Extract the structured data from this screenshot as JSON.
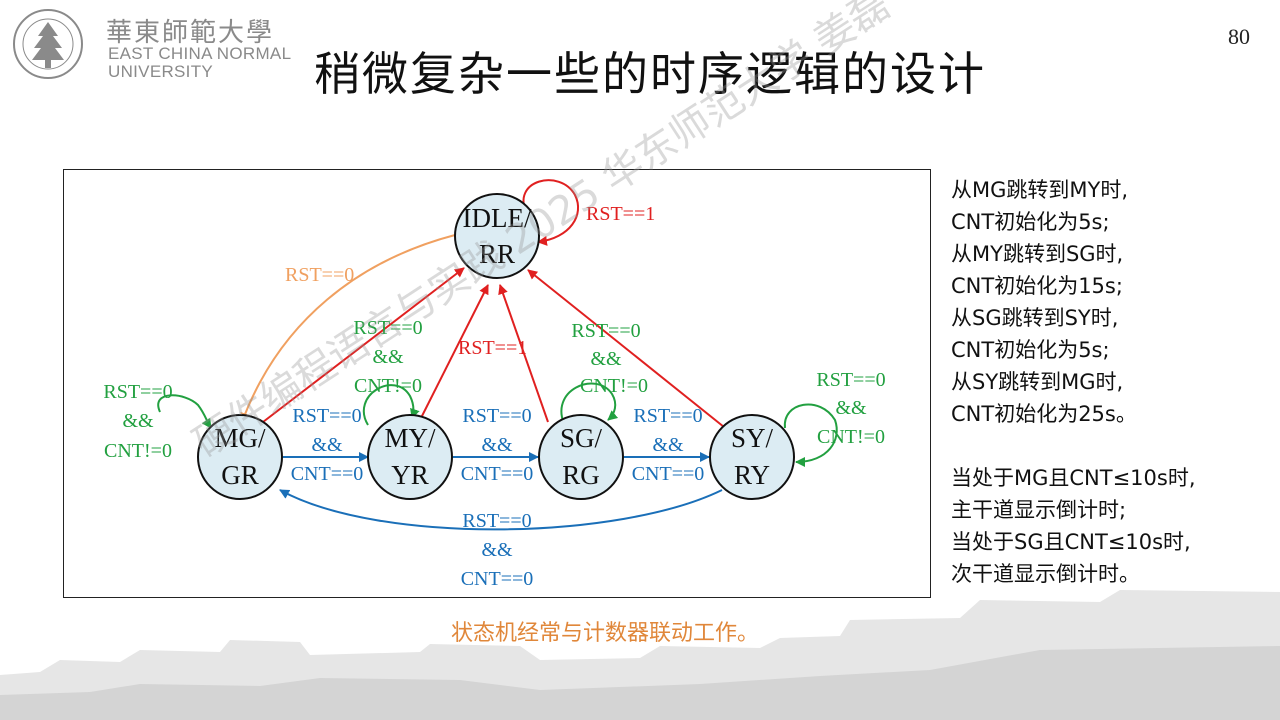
{
  "header": {
    "logo_cn": "華東師範大學",
    "logo_en_line1": "EAST CHINA NORMAL",
    "logo_en_line2": "UNIVERSITY",
    "page_number": "80",
    "title": "稍微复杂一些的时序逻辑的设计"
  },
  "diagram": {
    "states": [
      {
        "id": "idle",
        "line1": "IDLE/",
        "line2": "RR"
      },
      {
        "id": "mg",
        "line1": "MG/",
        "line2": "GR"
      },
      {
        "id": "my",
        "line1": "MY/",
        "line2": "YR"
      },
      {
        "id": "sg",
        "line1": "SG/",
        "line2": "RG"
      },
      {
        "id": "sy",
        "line1": "SY/",
        "line2": "RY"
      }
    ],
    "labels": {
      "idle_self": "RST==1",
      "idle_to_mg": "RST==0",
      "reset_center": "RST==1",
      "cond_rst0": "RST==0",
      "cond_and": "&&",
      "cond_cnt_ne0": "CNT!=0",
      "cond_cnt_eq0": "CNT==0"
    },
    "colors": {
      "red": "#e02020",
      "orange": "#f0a060",
      "green": "#22a040",
      "blue": "#1a6fb8",
      "state_fill": "#dcecf3"
    }
  },
  "notes": {
    "lines_a": [
      "从MG跳转到MY时,",
      "CNT初始化为5s;",
      "从MY跳转到SG时,",
      "CNT初始化为15s;",
      "从SG跳转到SY时,",
      "CNT初始化为5s;",
      "从SY跳转到MG时,",
      "CNT初始化为25s。"
    ],
    "lines_b": [
      "当处于MG且CNT≤10s时,",
      "主干道显示倒计时;",
      "当处于SG且CNT≤10s时,",
      "次干道显示倒计时。"
    ]
  },
  "caption": "状态机经常与计数器联动工作。",
  "watermark": "硬件编程语言与实践 2025 华东师范大学 姜磊"
}
